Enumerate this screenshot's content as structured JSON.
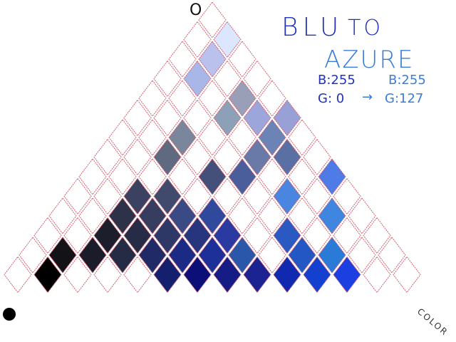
{
  "title": {
    "line1_a": "BLU",
    "line1_b": "TO",
    "line2": "AZURE"
  },
  "values": {
    "start_b": "B:255",
    "start_g": "G:  0",
    "arrow": "→",
    "end_b": "B:255",
    "end_g": "G:127"
  },
  "corners": {
    "top_white": "O",
    "bottom_right": "COLOR"
  },
  "colors": {
    "grid_stroke": "#d06070",
    "ink_dark_blue": "#2233bb",
    "ink_light_blue": "#3b7dd8",
    "color_label": "#333333"
  },
  "swatch_fills": [
    {
      "row": 1,
      "col": 1,
      "hex": "#dde6ff"
    },
    {
      "row": 2,
      "col": 1,
      "hex": "#b9c1ec"
    },
    {
      "row": 3,
      "col": 1,
      "hex": "#a9b7e8"
    },
    {
      "row": 4,
      "col": 3,
      "hex": "#9a9fb8"
    },
    {
      "row": 5,
      "col": 3,
      "hex": "#8ca0b7"
    },
    {
      "row": 5,
      "col": 4,
      "hex": "#9da6da"
    },
    {
      "row": 5,
      "col": 5,
      "hex": "#98a0d6"
    },
    {
      "row": 6,
      "col": 2,
      "hex": "#7a869c"
    },
    {
      "row": 6,
      "col": 5,
      "hex": "#6c84b5"
    },
    {
      "row": 7,
      "col": 2,
      "hex": "#5f6a80"
    },
    {
      "row": 7,
      "col": 5,
      "hex": "#6a7aa8"
    },
    {
      "row": 7,
      "col": 6,
      "hex": "#5a6fa3"
    },
    {
      "row": 8,
      "col": 4,
      "hex": "#44507a"
    },
    {
      "row": 8,
      "col": 5,
      "hex": "#4a5e9c"
    },
    {
      "row": 8,
      "col": 8,
      "hex": "#4f7be6"
    },
    {
      "row": 8,
      "col": 9,
      "hex": "#4d72e8"
    },
    {
      "row": 9,
      "col": 2,
      "hex": "#3b4160"
    },
    {
      "row": 9,
      "col": 3,
      "hex": "#3f4a6c"
    },
    {
      "row": 9,
      "col": 7,
      "hex": "#4a85e0"
    },
    {
      "row": 10,
      "col": 2,
      "hex": "#2d3248"
    },
    {
      "row": 10,
      "col": 3,
      "hex": "#363d5e"
    },
    {
      "row": 10,
      "col": 4,
      "hex": "#394a85"
    },
    {
      "row": 10,
      "col": 5,
      "hex": "#2f4a9c"
    },
    {
      "row": 10,
      "col": 9,
      "hex": "#3e86df"
    },
    {
      "row": 11,
      "col": 2,
      "hex": "#1c1e2c"
    },
    {
      "row": 11,
      "col": 3,
      "hex": "#262b46"
    },
    {
      "row": 11,
      "col": 4,
      "hex": "#2e3866"
    },
    {
      "row": 11,
      "col": 5,
      "hex": "#26357d"
    },
    {
      "row": 11,
      "col": 6,
      "hex": "#2a3aa1"
    },
    {
      "row": 11,
      "col": 8,
      "hex": "#2b59c2"
    },
    {
      "row": 12,
      "col": 1,
      "hex": "#121217"
    },
    {
      "row": 12,
      "col": 2,
      "hex": "#1b1c29"
    },
    {
      "row": 12,
      "col": 3,
      "hex": "#252a45"
    },
    {
      "row": 12,
      "col": 4,
      "hex": "#202a66"
    },
    {
      "row": 12,
      "col": 5,
      "hex": "#1b2a85"
    },
    {
      "row": 12,
      "col": 6,
      "hex": "#1d2f99"
    },
    {
      "row": 12,
      "col": 7,
      "hex": "#2a57aa"
    },
    {
      "row": 12,
      "col": 9,
      "hex": "#2257c4"
    },
    {
      "row": 12,
      "col": 10,
      "hex": "#2a7ad8"
    },
    {
      "row": 13,
      "col": 1,
      "hex": "#000000"
    },
    {
      "row": 13,
      "col": 5,
      "hex": "#141f6e"
    },
    {
      "row": 13,
      "col": 6,
      "hex": "#0d0f78"
    },
    {
      "row": 13,
      "col": 7,
      "hex": "#151c86"
    },
    {
      "row": 13,
      "col": 8,
      "hex": "#1a2391"
    },
    {
      "row": 13,
      "col": 9,
      "hex": "#0f2ab0"
    },
    {
      "row": 13,
      "col": 10,
      "hex": "#1440cf"
    },
    {
      "row": 13,
      "col": 11,
      "hex": "#1b3fe0"
    },
    {
      "row": 13,
      "col": 14,
      "hex": "#0a14ff"
    }
  ]
}
